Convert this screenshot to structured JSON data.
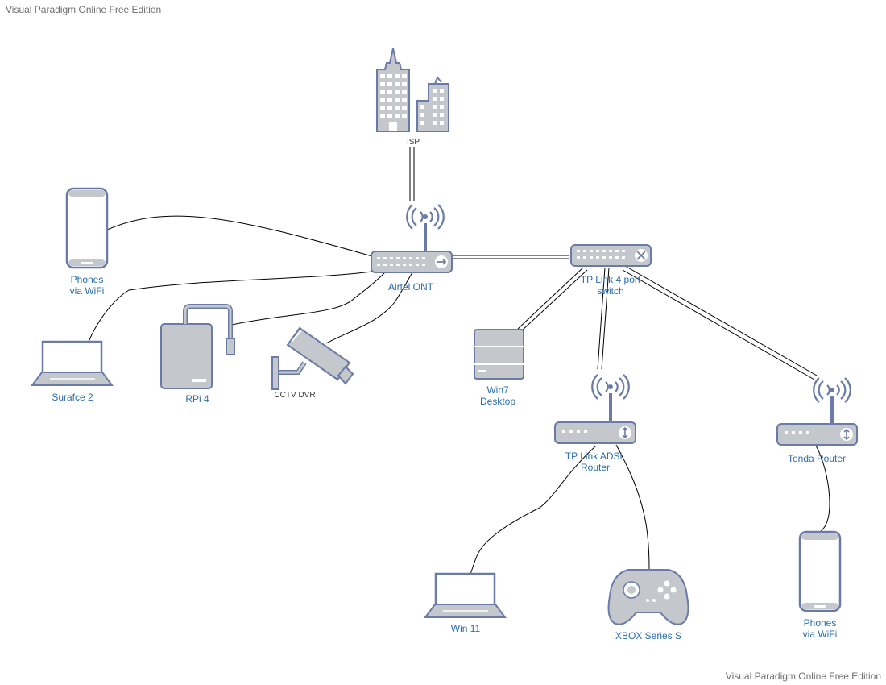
{
  "watermark": {
    "top": "Visual Paradigm Online Free Edition",
    "bottom": "Visual Paradigm Online Free Edition"
  },
  "colors": {
    "icon_fill": "#c4c7cc",
    "icon_stroke": "#6b7ba8",
    "label_blue": "#2a6db0",
    "line": "#000000"
  },
  "nodes": {
    "isp": {
      "label": "ISP",
      "icon": "office-buildings-icon"
    },
    "ont": {
      "label": "Airtel ONT",
      "icon": "wireless-router-icon"
    },
    "switch": {
      "label": "TP Link 4 port\nswitch",
      "icon": "network-switch-icon"
    },
    "phones_left": {
      "label": "Phones\nvia WiFi",
      "icon": "smartphone-icon"
    },
    "surface": {
      "label": "Surafce 2",
      "icon": "laptop-icon"
    },
    "rpi": {
      "label": "RPi 4",
      "icon": "external-drive-icon"
    },
    "cctv": {
      "label": "CCTV DVR",
      "icon": "security-camera-icon"
    },
    "win7": {
      "label": "Win7\nDesktop",
      "icon": "desktop-computer-icon"
    },
    "adsl": {
      "label": "TP Link ADSL\nRouter",
      "icon": "wireless-router-icon"
    },
    "tenda": {
      "label": "Tenda Router",
      "icon": "wireless-router-icon"
    },
    "win11": {
      "label": "Win 11",
      "icon": "laptop-icon"
    },
    "xbox": {
      "label": "XBOX Series S",
      "icon": "gamepad-icon"
    },
    "phones_right": {
      "label": "Phones\nvia WiFi",
      "icon": "smartphone-icon"
    }
  }
}
